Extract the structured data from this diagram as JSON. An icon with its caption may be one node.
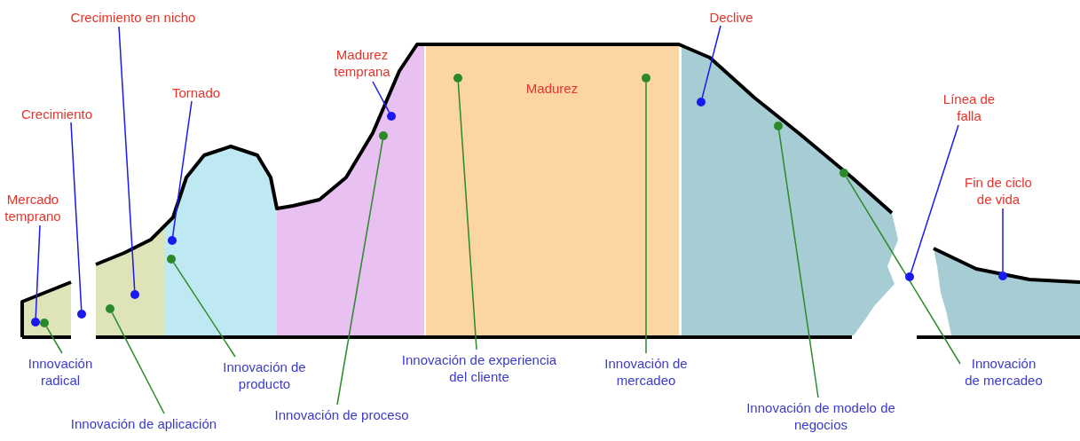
{
  "diagram": {
    "nodes": [
      {
        "text": [
          "Crecimiento en nicho"
        ]
      },
      {
        "text": [
          "Tornado"
        ]
      },
      {
        "text": [
          "Madurez temprana"
        ]
      },
      {
        "text": [
          "Crecimiento"
        ]
      },
      {
        "text": [
          "Declive"
        ]
      },
      {
        "text": [
          "Mercado temprano"
        ]
      },
      {
        "text": [
          "Línea de falla"
        ]
      },
      {
        "text": [
          "Fin de ciclo de vida"
        ]
      },
      {
        "text": [
          "Innovación radical"
        ]
      },
      {
        "text": [
          "Innovación de aplicación"
        ]
      },
      {
        "text": [
          "Innovación de producto"
        ]
      },
      {
        "text": [
          "Innovación de proceso"
        ]
      },
      {
        "text": [
          "Innovación de experiencia del cliente"
        ]
      },
      {
        "text": [
          "Innovación de mercadeo"
        ]
      },
      {
        "text": [
          "Innovación de modelo de negocios"
        ]
      },
      {
        "text": [
          "Innovación de mercadeo"
        ]
      },
      {
        "text": [],
        "shape": "circle"
      },
      {
        "text": [],
        "shape": "circle"
      },
      {
        "text": [],
        "shape": "circle"
      },
      {
        "text": [],
        "shape": "circle"
      },
      {
        "text": [],
        "shape": "circle"
      },
      {
        "text": [],
        "shape": "circle"
      },
      {
        "text": [],
        "shape": "circle"
      },
      {
        "text": [],
        "shape": "circle"
      },
      {
        "text": [],
        "shape": "circle"
      },
      {
        "text": [],
        "shape": "circle"
      },
      {
        "text": [],
        "shape": "circle"
      },
      {
        "text": [],
        "shape": "circle"
      },
      {
        "text": [],
        "shape": "circle"
      },
      {
        "text": [],
        "shape": "circle"
      },
      {
        "text": [],
        "shape": "circle"
      },
      {
        "text": [],
        "shape": "circle"
      }
    ],
    "edges": [
      {
        "from": 0,
        "to": 20,
        "arrow": "none",
        "color": "#1a1aee"
      },
      {
        "from": 1,
        "to": 22,
        "arrow": "none",
        "color": "#1a1aee"
      },
      {
        "from": 2,
        "to": 24,
        "arrow": "none",
        "color": "#1a1aee"
      },
      {
        "from": 3,
        "to": 18,
        "arrow": "none",
        "color": "#1a1aee"
      },
      {
        "from": 4,
        "to": 27,
        "arrow": "none",
        "color": "#1a1aee"
      },
      {
        "from": 5,
        "to": 16,
        "arrow": "none",
        "color": "#1a1aee"
      },
      {
        "from": 6,
        "to": 30,
        "arrow": "none",
        "color": "#1a1aee"
      },
      {
        "from": 7,
        "to": 31,
        "arrow": "none",
        "color": "#1a1aee"
      },
      {
        "from": 8,
        "to": 17,
        "arrow": "none",
        "color": "#2a8a2a"
      },
      {
        "from": 9,
        "to": 19,
        "arrow": "none",
        "color": "#2a8a2a"
      },
      {
        "from": 10,
        "to": 21,
        "arrow": "none",
        "color": "#2a8a2a"
      },
      {
        "from": 11,
        "to": 23,
        "arrow": "none",
        "color": "#2a8a2a"
      },
      {
        "from": 12,
        "to": 25,
        "arrow": "none",
        "color": "#2a8a2a"
      },
      {
        "from": 13,
        "to": 26,
        "arrow": "none",
        "color": "#2a8a2a"
      },
      {
        "from": 14,
        "to": 28,
        "arrow": "none",
        "color": "#2a8a2a"
      },
      {
        "from": 15,
        "to": 29,
        "arrow": "none",
        "color": "#2a8a2a"
      }
    ],
    "labels": [
      "Madurez"
    ]
  }
}
